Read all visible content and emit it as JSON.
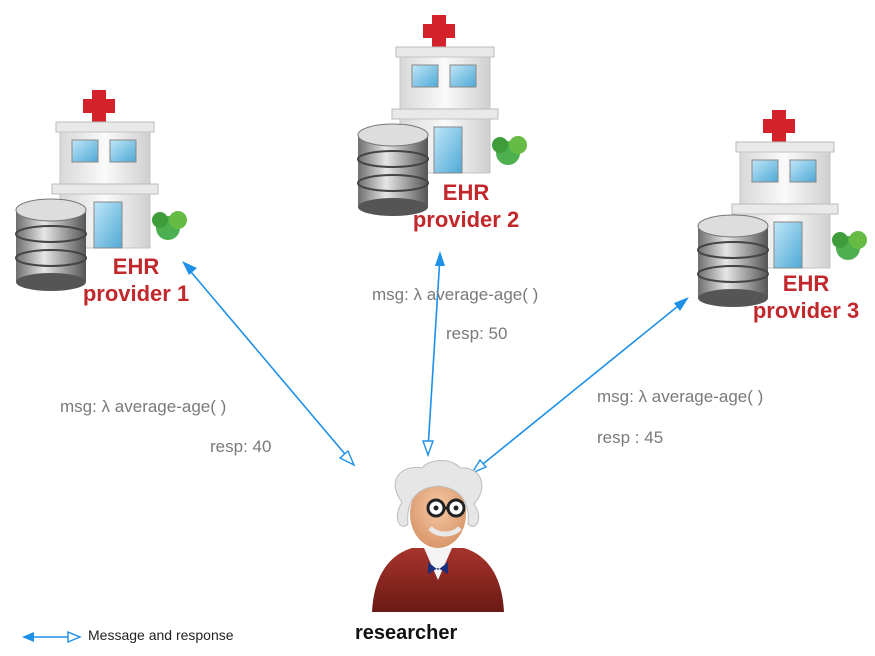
{
  "providers": [
    {
      "line1": "EHR",
      "line2": "provider 1"
    },
    {
      "line1": "EHR",
      "line2": "provider 2"
    },
    {
      "line1": "EHR",
      "line2": "provider 3"
    }
  ],
  "messages": [
    {
      "msg": "msg: λ average-age( )",
      "resp": "resp: 40"
    },
    {
      "msg": "msg: λ average-age( )",
      "resp": "resp: 50"
    },
    {
      "msg": "msg: λ average-age( )",
      "resp": "resp : 45"
    }
  ],
  "researcher": {
    "label": "researcher"
  },
  "legend": {
    "label": "Message and response"
  },
  "colors": {
    "arrow": "#1e90e8",
    "provider_text": "#c2282b",
    "cross": "#d3222a"
  }
}
